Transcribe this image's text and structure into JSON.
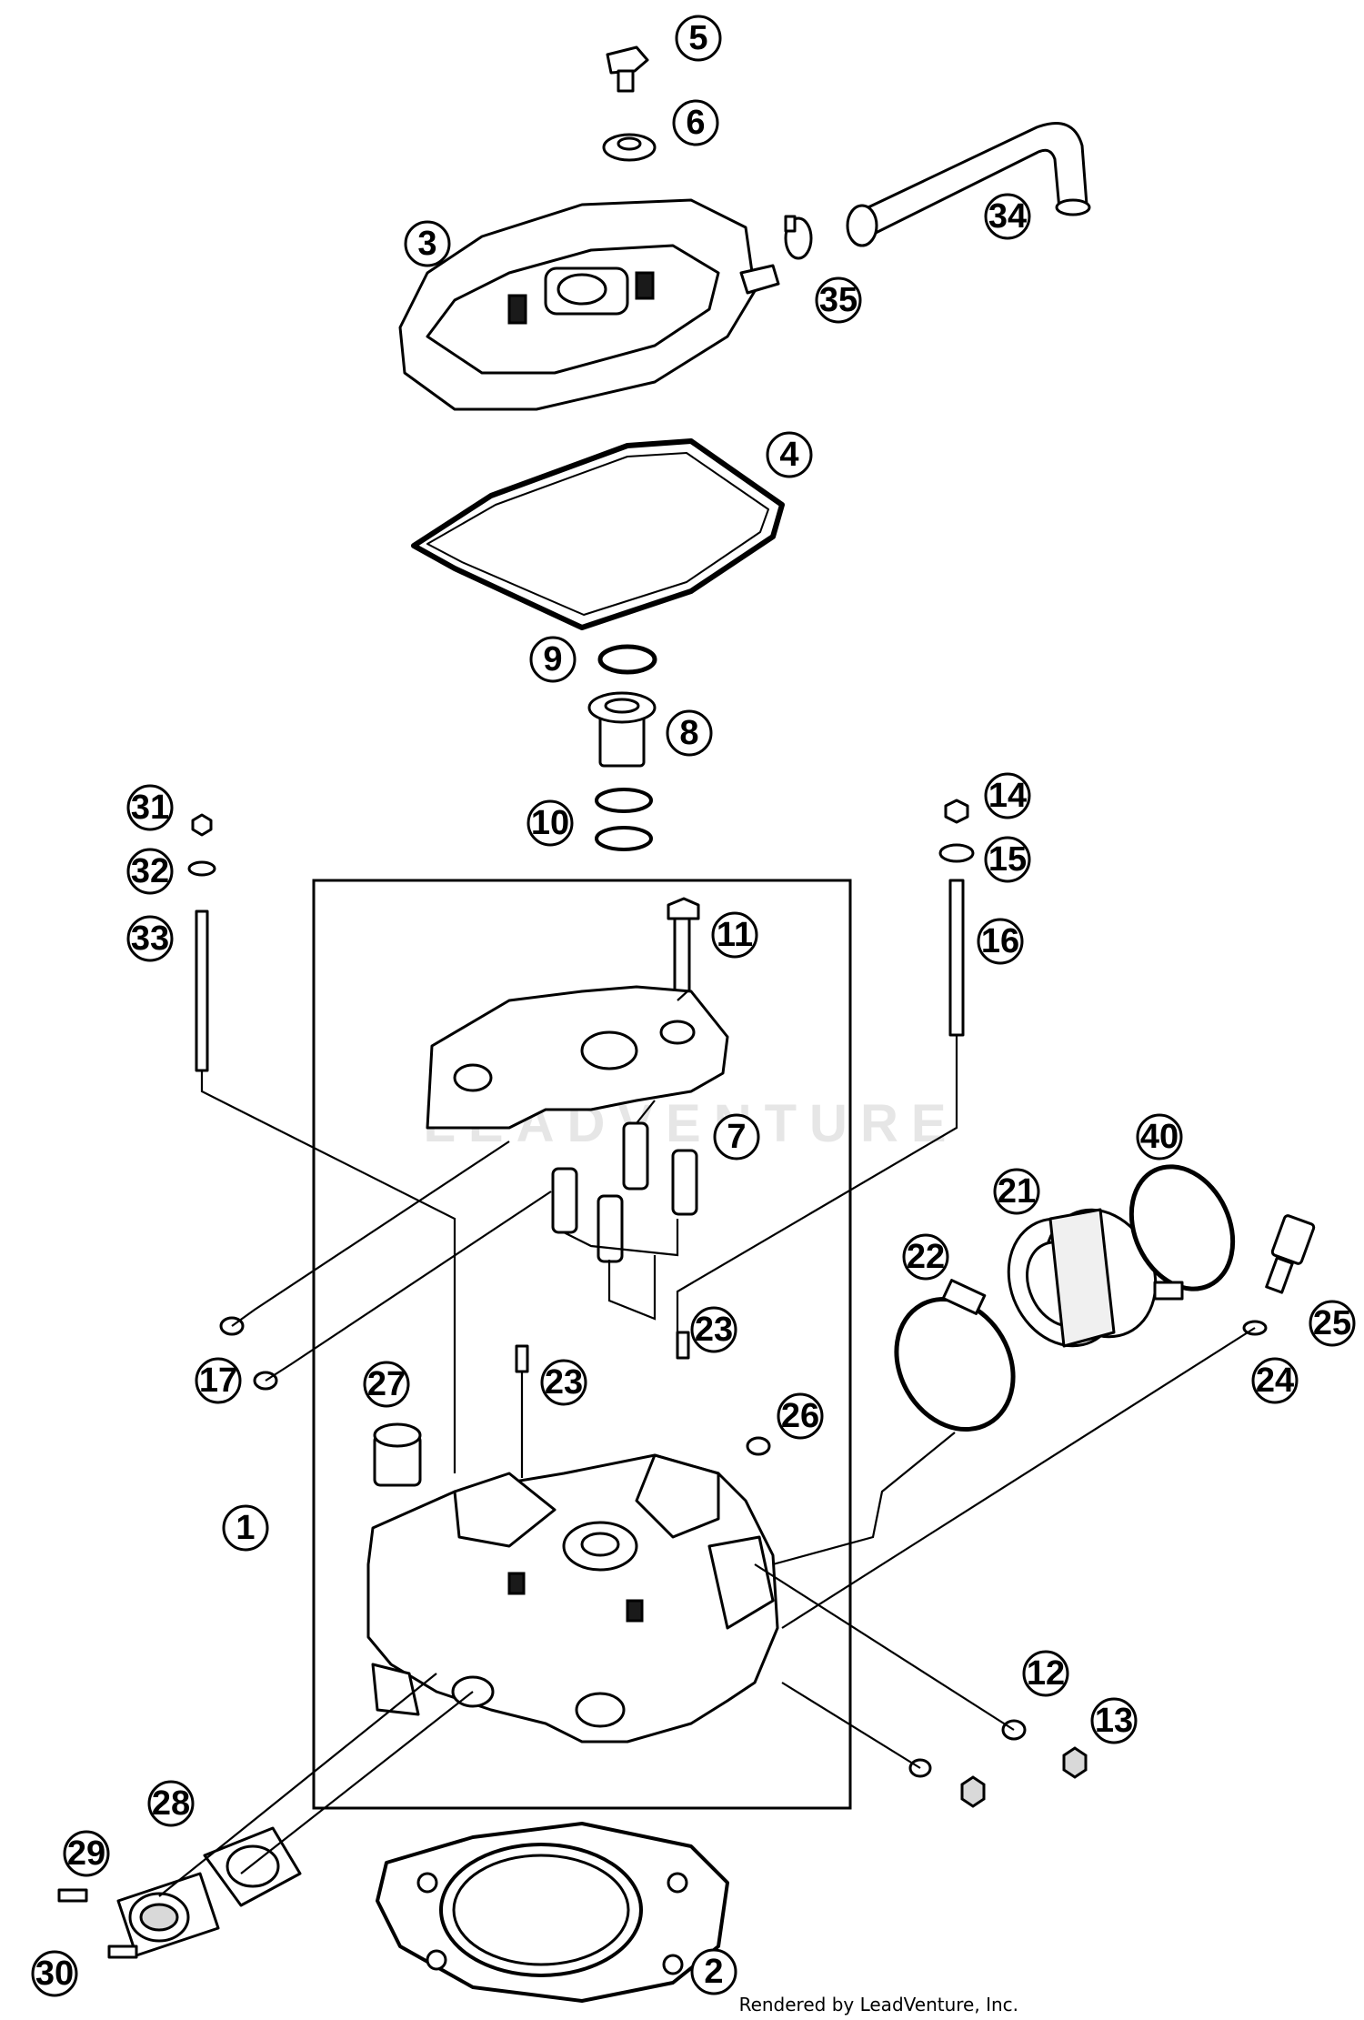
{
  "watermark": "LEADVENTURE",
  "footer": "Rendered by LeadVenture, Inc.",
  "callouts": [
    "1",
    "2",
    "3",
    "4",
    "5",
    "6",
    "7",
    "8",
    "9",
    "10",
    "11",
    "12",
    "13",
    "14",
    "15",
    "16",
    "17",
    "21",
    "22",
    "23",
    "23",
    "24",
    "25",
    "26",
    "27",
    "28",
    "29",
    "30",
    "31",
    "32",
    "33",
    "34",
    "35",
    "40"
  ]
}
